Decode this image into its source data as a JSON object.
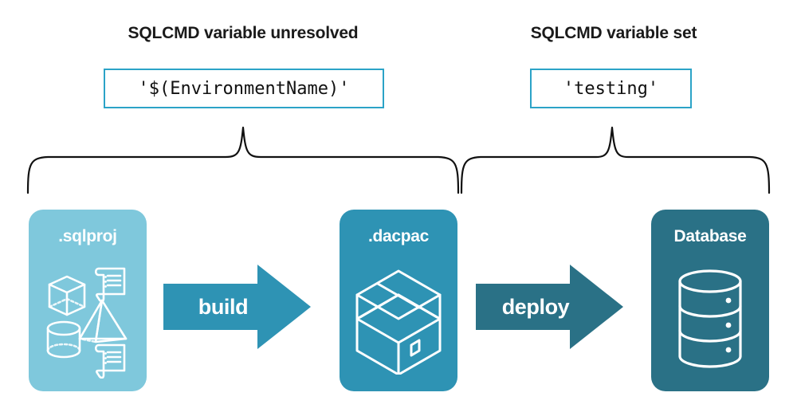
{
  "diagram": {
    "title_left": "SQLCMD variable unresolved",
    "title_right": "SQLCMD variable set",
    "code_left": "'$(EnvironmentName)'",
    "code_right": "'testing'",
    "stages": [
      {
        "label": ".sqlproj",
        "color": "#7FC8DC",
        "icon": "sql-project-shapes-icon"
      },
      {
        "label": ".dacpac",
        "color": "#2E93B4",
        "icon": "package-box-icon"
      },
      {
        "label": "Database",
        "color": "#2A7186",
        "icon": "database-cylinder-icon"
      }
    ],
    "arrows": [
      {
        "label": "build",
        "color": "#2E93B4"
      },
      {
        "label": "deploy",
        "color": "#2A7186"
      }
    ],
    "colors": {
      "code_border": "#2BA3C7",
      "brace_stroke": "#111111",
      "text": "#1a1a1a",
      "background": "#ffffff"
    }
  }
}
